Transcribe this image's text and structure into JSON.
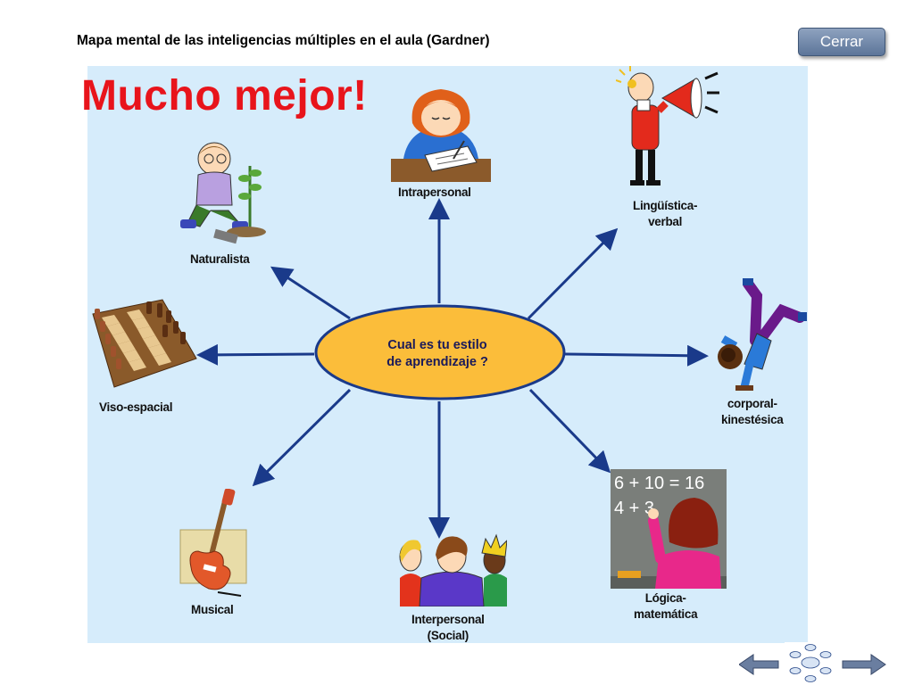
{
  "header": {
    "title": "Mapa mental de las inteligencias múltiples en el aula (Gardner)"
  },
  "close_button": {
    "label": "Cerrar"
  },
  "headline": "Mucho mejor!",
  "center": {
    "line1": "Cual es tu estilo",
    "line2": "de aprendizaje ?"
  },
  "nodes": {
    "intrapersonal": "Intrapersonal",
    "linguistica_1": "Lingüística-",
    "linguistica_2": "verbal",
    "naturalista": "Naturalista",
    "viso": "Viso-espacial",
    "corporal_1": "corporal-",
    "corporal_2": "kinestésica",
    "musical": "Musical",
    "interpersonal_1": "Interpersonal",
    "interpersonal_2": "(Social)",
    "logica_1": "Lógica-",
    "logica_2": "matemática"
  },
  "chalkboard": {
    "line1": "6 + 10 = 16",
    "line2": "4 + 3"
  },
  "colors": {
    "accent_red": "#e8141b",
    "panel": "#d6ecfb",
    "ellipse": "#fbbd3a",
    "arrow": "#1a3a8a"
  },
  "icons": [
    "arrow-left-icon",
    "mind-map-thumbnail-icon",
    "arrow-right-icon"
  ]
}
